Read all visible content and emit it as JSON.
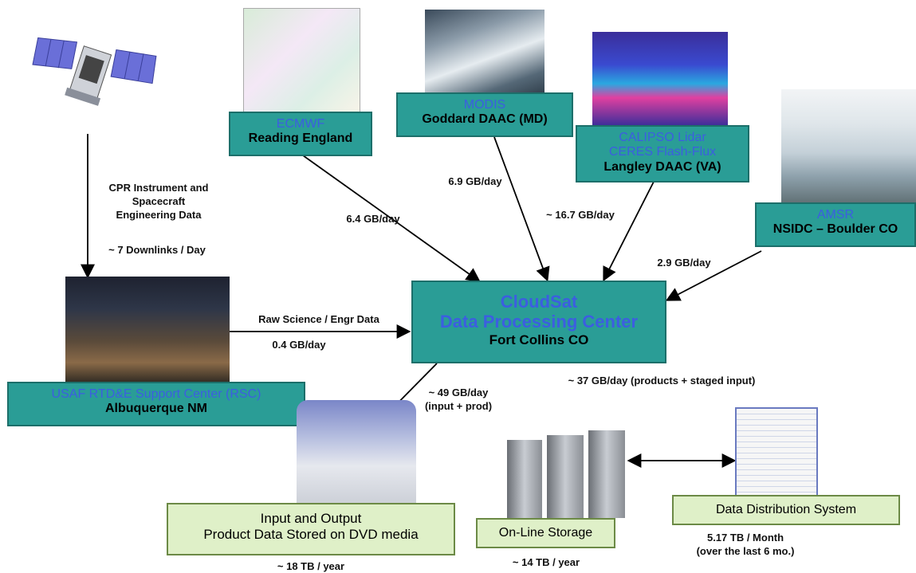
{
  "nodes": {
    "ecmwf": {
      "title": "ECMWF",
      "subtitle": "Reading England"
    },
    "modis": {
      "title": "MODIS",
      "subtitle": "Goddard DAAC (MD)"
    },
    "calipso": {
      "title": "CALIPSO Lidar",
      "title2": "CERES Flash-Flux",
      "subtitle": "Langley DAAC (VA)"
    },
    "amsr": {
      "title": "AMSR",
      "subtitle": "NSIDC – Boulder CO"
    },
    "dpc": {
      "title": "CloudSat",
      "title2": "Data Processing Center",
      "subtitle": "Fort Collins CO"
    },
    "rsc": {
      "title": "USAF RTD&E Support Center (RSC)",
      "subtitle": "Albuquerque NM"
    },
    "dvd": {
      "line1": "Input and Output",
      "line2": "Product Data Stored on DVD media"
    },
    "storage": {
      "label": "On-Line Storage"
    },
    "dds": {
      "label": "Data Distribution System"
    }
  },
  "labels": {
    "cpr1": "CPR Instrument  and",
    "cpr2": "Spacecraft",
    "cpr3": "Engineering Data",
    "downlinks": "~ 7 Downlinks / Day",
    "ecmwf_rate": "6.4 GB/day",
    "modis_rate": "6.9 GB/day",
    "calipso_rate": "~ 16.7 GB/day",
    "amsr_rate": "2.9 GB/day",
    "raw1": "Raw Science / Engr Data",
    "raw2": "0.4 GB/day",
    "dvd_rate1": "~ 49 GB/day",
    "dvd_rate2": "(input + prod)",
    "products": "~ 37 GB/day (products + staged input)",
    "dvd_year": "~ 18 TB / year",
    "storage_year": "~ 14 TB / year",
    "dds1": "5.17 TB / Month",
    "dds2": "(over the last 6 mo.)"
  },
  "colors": {
    "teal": "#2a9d96",
    "green_box": "#dff0c8",
    "blue_text": "#3c5ee0"
  }
}
